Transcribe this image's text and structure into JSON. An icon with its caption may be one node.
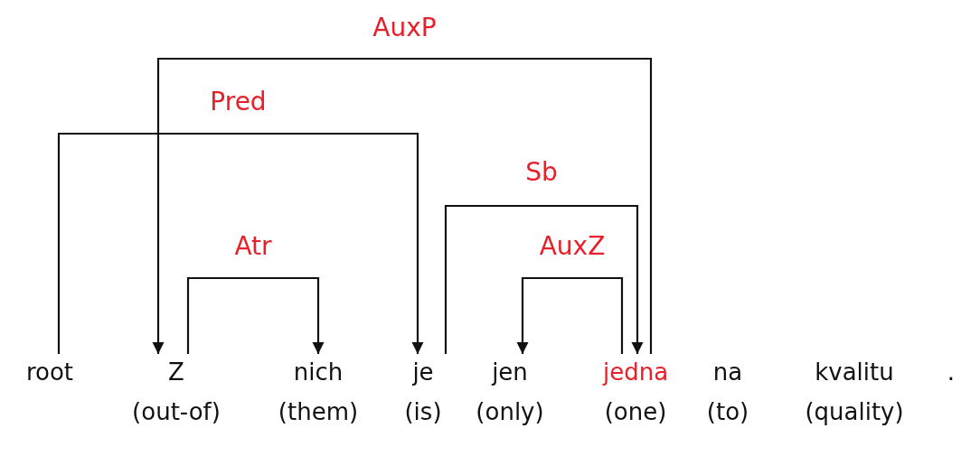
{
  "diagram": {
    "nodes": [
      {
        "text": [
          "root"
        ]
      },
      {
        "text": [
          "Z"
        ],
        "beside": [
          "(out-of)"
        ]
      },
      {
        "text": [
          "nich"
        ],
        "beside": [
          "(them)"
        ]
      },
      {
        "text": [
          "je"
        ],
        "beside": [
          "(is)"
        ]
      },
      {
        "text": [
          "jen"
        ],
        "beside": [
          "(only)"
        ]
      },
      {
        "text": [
          "jedna"
        ],
        "beside": [
          "(one)"
        ]
      },
      {
        "text": [
          "na"
        ],
        "beside": [
          "(to)"
        ]
      },
      {
        "text": [
          "kvalitu"
        ],
        "beside": [
          "(quality)"
        ]
      },
      {
        "text": [
          "."
        ]
      }
    ],
    "edges": [
      {
        "from": 5,
        "to": 1,
        "arrow": "to",
        "label": "AuxP"
      },
      {
        "from": 0,
        "to": 3,
        "arrow": "to",
        "label": "Pred"
      },
      {
        "from": 3,
        "to": 5,
        "arrow": "to",
        "label": "Sb"
      },
      {
        "from": 1,
        "to": 2,
        "arrow": "to",
        "label": "Atr"
      },
      {
        "from": 5,
        "to": 4,
        "arrow": "to",
        "label": "AuxZ"
      }
    ]
  }
}
